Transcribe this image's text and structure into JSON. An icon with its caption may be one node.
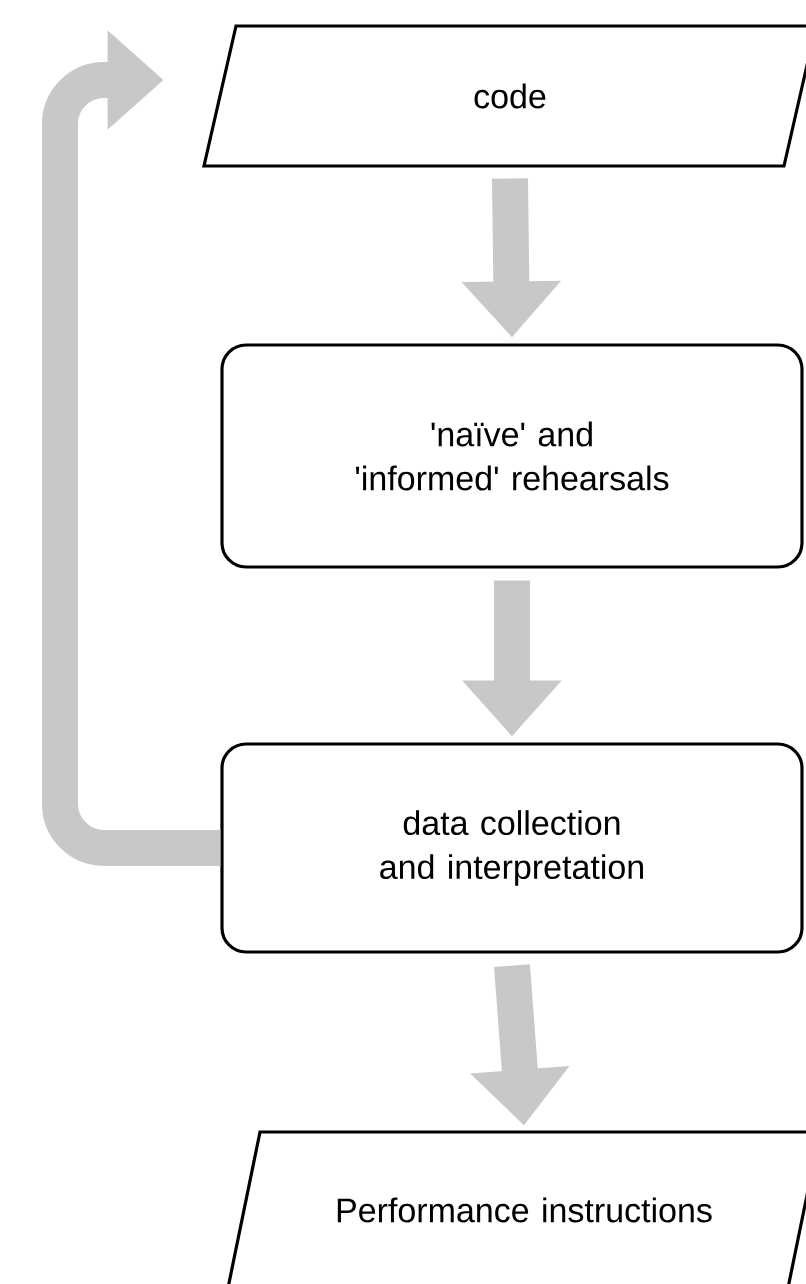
{
  "diagram": {
    "nodes": [
      {
        "text": [
          "code"
        ]
      },
      {
        "text": [
          "'naïve' and 'informed' rehearsals"
        ]
      },
      {
        "text": [
          "data collection and interpretation"
        ]
      },
      {
        "text": [
          "Performance instructions"
        ]
      }
    ],
    "edges": [
      {
        "from": 0,
        "to": 1,
        "arrow": "to"
      },
      {
        "from": 1,
        "to": 2,
        "arrow": "to"
      },
      {
        "from": 2,
        "to": 3,
        "arrow": "to"
      },
      {
        "from": 2,
        "to": 0,
        "arrow": "to"
      }
    ]
  }
}
